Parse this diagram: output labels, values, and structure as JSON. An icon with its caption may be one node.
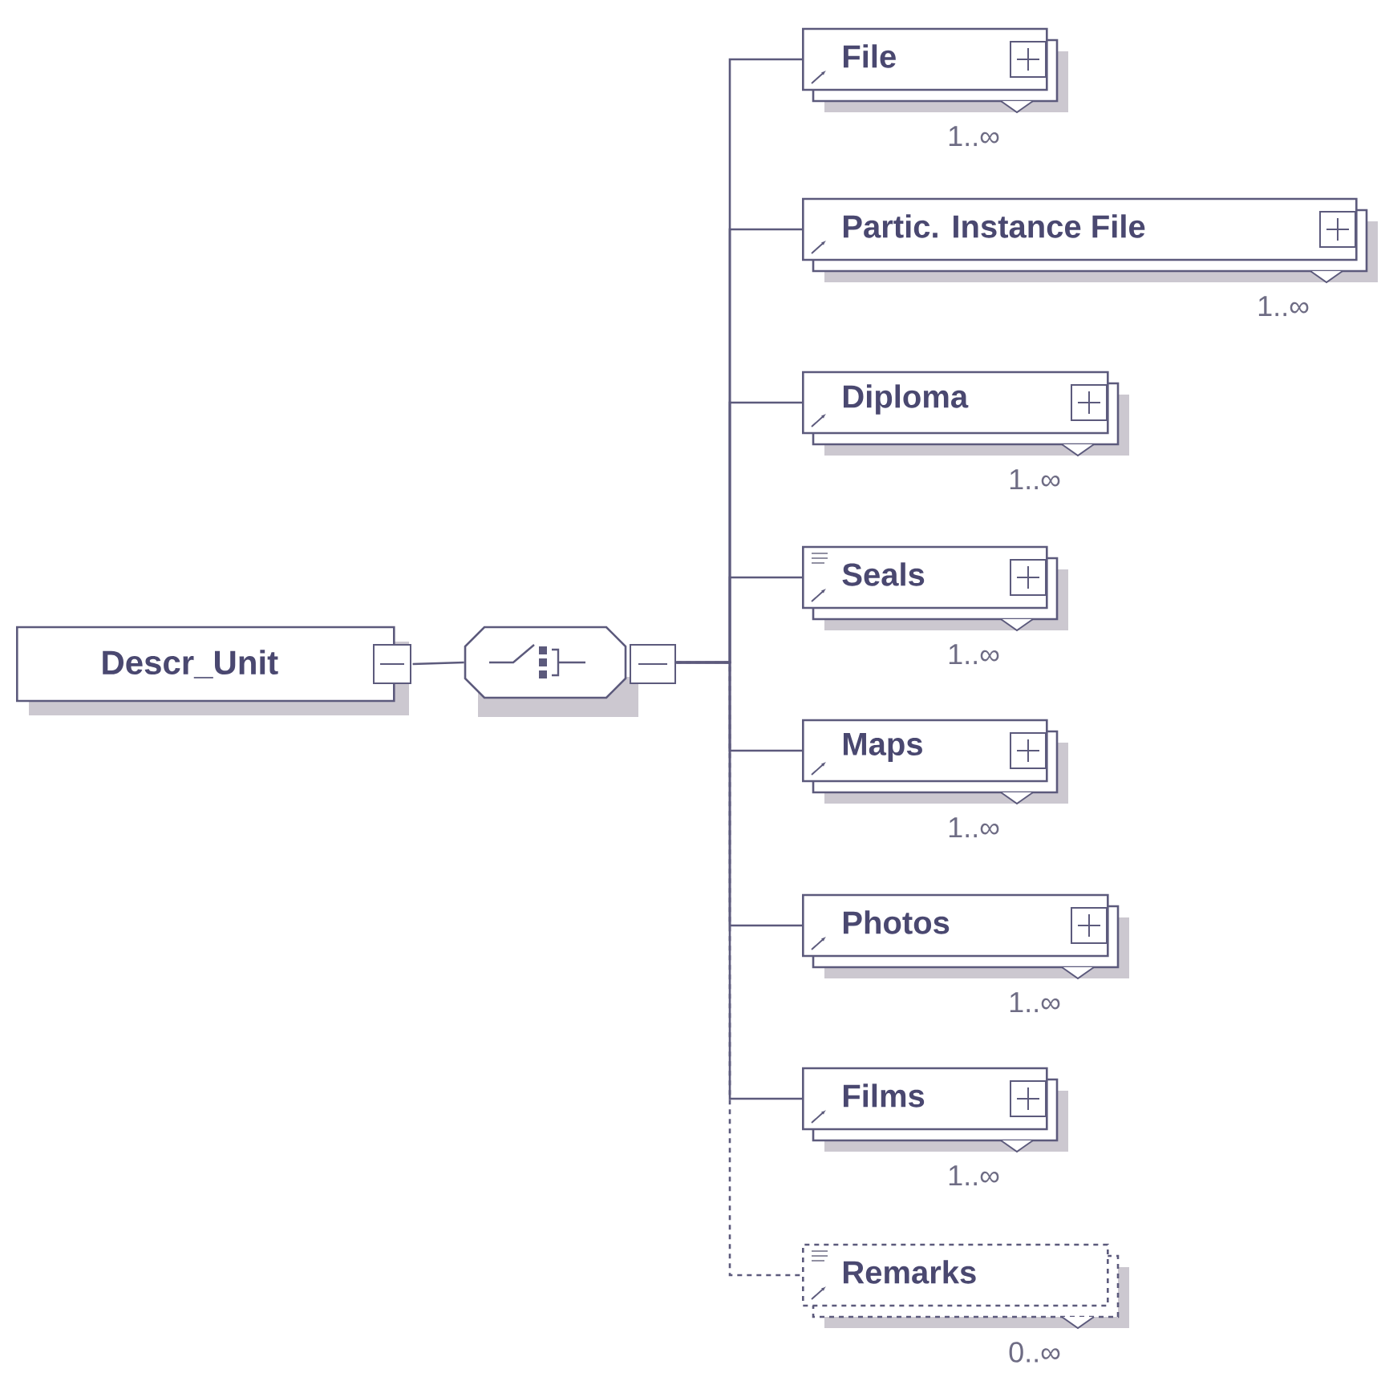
{
  "diagram": {
    "nodes": [
      {
        "text": [
          "Descr_Unit"
        ]
      },
      {
        "text": [],
        "shape": "octagon"
      },
      {
        "text": [
          "File"
        ],
        "beside": [
          "1..∞"
        ]
      },
      {
        "text": [
          "Partic. Instance File"
        ],
        "beside": [
          "1..∞"
        ]
      },
      {
        "text": [
          "Diploma"
        ],
        "beside": [
          "1..∞"
        ]
      },
      {
        "text": [
          "Seals"
        ],
        "beside": [
          "1..∞"
        ]
      },
      {
        "text": [
          "Maps"
        ],
        "beside": [
          "1..∞"
        ]
      },
      {
        "text": [
          "Photos"
        ],
        "beside": [
          "1..∞"
        ]
      },
      {
        "text": [
          "Films"
        ],
        "beside": [
          "1..∞"
        ]
      },
      {
        "text": [
          "Remarks"
        ],
        "beside": [
          "0..∞"
        ]
      }
    ],
    "edges": [
      {
        "from": 0,
        "to": 1,
        "arrow": "none"
      },
      {
        "from": 1,
        "to": 2,
        "arrow": "none"
      },
      {
        "from": 1,
        "to": 3,
        "arrow": "none"
      },
      {
        "from": 1,
        "to": 4,
        "arrow": "none"
      },
      {
        "from": 1,
        "to": 5,
        "arrow": "none"
      },
      {
        "from": 1,
        "to": 6,
        "arrow": "none"
      },
      {
        "from": 1,
        "to": 7,
        "arrow": "none"
      },
      {
        "from": 1,
        "to": 8,
        "arrow": "none"
      },
      {
        "from": 1,
        "to": 9,
        "arrow": "none",
        "style": "dashed"
      }
    ]
  }
}
